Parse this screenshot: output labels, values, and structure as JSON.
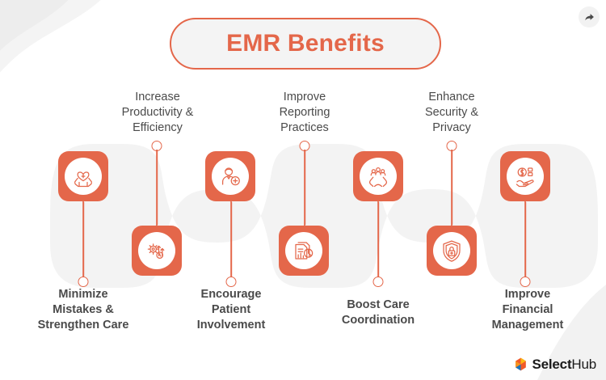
{
  "meta": {
    "title": "EMR Benefits",
    "accent_color": "#e4674a",
    "text_color": "#4a4a4a",
    "background_color": "#ffffff",
    "band_color": "#f1f1f1"
  },
  "header": {
    "title": "EMR Benefits",
    "share_icon": "share-icon"
  },
  "benefits": [
    {
      "id": "minimize-mistakes",
      "label_lines": [
        "Minimize",
        "Mistakes &",
        "Strengthen Care"
      ],
      "label_position": "bottom",
      "tile_position": "upper",
      "icon": "hands-heart-medical-icon"
    },
    {
      "id": "increase-productivity",
      "label_lines": [
        "Increase",
        "Productivity &",
        "Efficiency"
      ],
      "label_position": "top",
      "tile_position": "lower",
      "icon": "gear-arrows-clock-icon"
    },
    {
      "id": "encourage-patient-involvement",
      "label_lines": [
        "Encourage",
        "Patient",
        "Involvement"
      ],
      "label_position": "bottom",
      "tile_position": "upper",
      "icon": "patient-doctor-plus-icon"
    },
    {
      "id": "improve-reporting",
      "label_lines": [
        "Improve",
        "Reporting",
        "Practices"
      ],
      "label_position": "top",
      "tile_position": "lower",
      "icon": "report-charts-icon"
    },
    {
      "id": "boost-care-coordination",
      "label_lines": [
        "Boost Care",
        "Coordination"
      ],
      "label_position": "bottom",
      "tile_position": "upper",
      "icon": "hands-people-group-icon"
    },
    {
      "id": "enhance-security",
      "label_lines": [
        "Enhance",
        "Security &",
        "Privacy"
      ],
      "label_position": "top",
      "tile_position": "lower",
      "icon": "shield-lock-icon"
    },
    {
      "id": "improve-financial-management",
      "label_lines": [
        "Improve",
        "Financial",
        "Management"
      ],
      "label_position": "bottom",
      "tile_position": "upper",
      "icon": "hand-money-coin-icon"
    }
  ],
  "footer": {
    "logo_mark": "selecthub-hexagon-logo",
    "logo_bold": "Select",
    "logo_light": "Hub"
  }
}
